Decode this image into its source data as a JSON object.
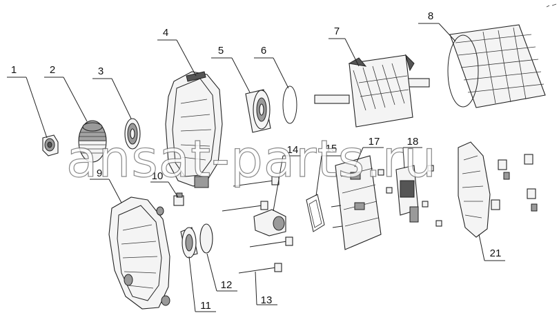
{
  "callouts": [
    {
      "id": "1",
      "label": "1"
    },
    {
      "id": "2",
      "label": "2"
    },
    {
      "id": "3",
      "label": "3"
    },
    {
      "id": "4",
      "label": "4"
    },
    {
      "id": "5",
      "label": "5"
    },
    {
      "id": "6",
      "label": "6"
    },
    {
      "id": "7",
      "label": "7"
    },
    {
      "id": "8",
      "label": "8"
    },
    {
      "id": "9",
      "label": "9"
    },
    {
      "id": "10",
      "label": "10"
    },
    {
      "id": "11",
      "label": "11"
    },
    {
      "id": "12",
      "label": "12"
    },
    {
      "id": "13",
      "label": "13"
    },
    {
      "id": "14",
      "label": "14"
    },
    {
      "id": "15",
      "label": "15"
    },
    {
      "id": "17",
      "label": "17"
    },
    {
      "id": "18",
      "label": "18"
    },
    {
      "id": "21",
      "label": "21"
    }
  ],
  "watermark": "ansat-parts.ru",
  "colors": {
    "line": "#222222",
    "watermark_outline": "#6b6b6b",
    "background": "#ffffff"
  }
}
